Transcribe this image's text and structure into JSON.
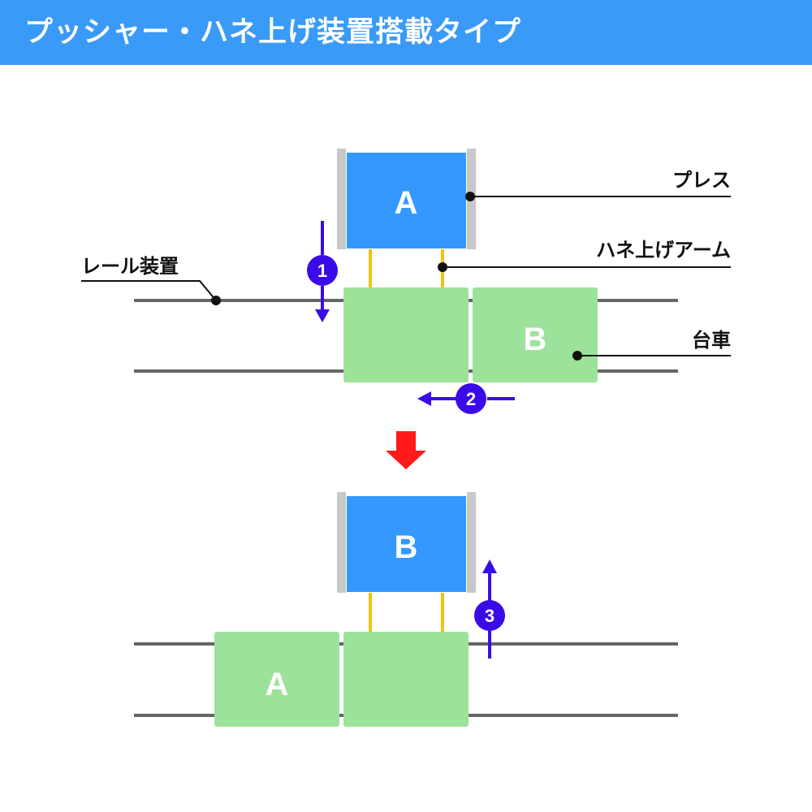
{
  "title": "プッシャー・ハネ上げ装置搭載タイプ",
  "labels": {
    "press": "プレス",
    "arm": "ハネ上げアーム",
    "rail": "レール装置",
    "cart": "台車"
  },
  "boxes": {
    "top_press": "A",
    "top_cart_right": "B",
    "bottom_press": "B",
    "bottom_cart_left": "A"
  },
  "steps": [
    "1",
    "2",
    "3"
  ],
  "colors": {
    "header": "#3a9af7",
    "press": "#3399ff",
    "cart": "#9de29b",
    "rail": "#666666",
    "arm": "#f5c211",
    "frame": "#c8c8c8",
    "step_arrow": "#3a0be8",
    "transition_arrow": "#ff1a1a"
  }
}
